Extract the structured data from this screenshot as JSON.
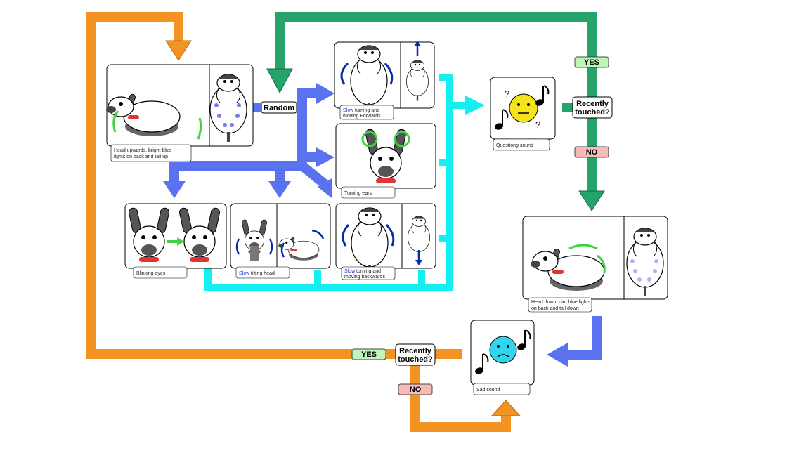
{
  "labels": {
    "random": "Random",
    "recently_touched": "Recently touched?",
    "yes": "YES",
    "no": "NO"
  },
  "captions": {
    "head_up": "Head upwards, bright blue lights on back and tail up",
    "slow_fwd_word": "Slow",
    "slow_fwd_rest": "turning and moving Forwards",
    "turning_ears": "Turning ears",
    "blinking_eyes": "Blinking eyes",
    "slow_tilt_word": "Slow",
    "slow_tilt_rest": "tilting head",
    "slow_bwd_word": "Slow",
    "slow_bwd_rest": "turning and moving backwards",
    "questioning": "Questiong sound",
    "head_down": "Head down, dim blue lights on back and tail down",
    "sad": "Sad sound"
  },
  "colors": {
    "orange": "#f39323",
    "green": "#25a36b",
    "blue": "#5a72ef",
    "cyan": "#14f0f0",
    "yes_bg": "#bff5b8",
    "no_bg": "#f8b9b9",
    "question_face": "#f5e41a",
    "sad_face": "#2fd6ee",
    "collar": "#e23434"
  },
  "icons": [
    "music-note-icon",
    "question-mark-icon",
    "neutral-face-icon",
    "sad-face-icon",
    "rotate-arrow-icon",
    "dog-robot-icon"
  ]
}
